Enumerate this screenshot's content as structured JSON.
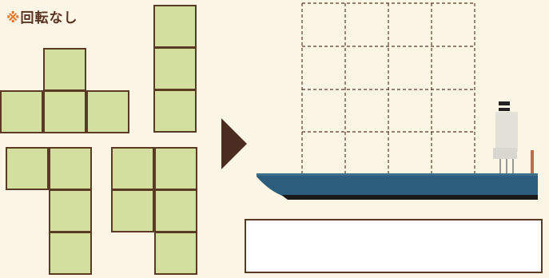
{
  "note": {
    "mark": "※",
    "text": "回転なし"
  },
  "pieces": [
    {
      "id": "t-piece",
      "cells": 4
    },
    {
      "id": "i-piece",
      "cells": 3
    },
    {
      "id": "l-piece",
      "cells": 4
    },
    {
      "id": "p-piece",
      "cells": 5
    }
  ],
  "grid": {
    "rows": 4,
    "cols": 4
  },
  "answer_box": {
    "value": ""
  },
  "colors": {
    "piece_fill": "#d3df9f",
    "piece_border": "#5a3a25",
    "hull": "#2c5d7c",
    "background": "#fbf5e6",
    "arrow": "#4b2d22"
  }
}
